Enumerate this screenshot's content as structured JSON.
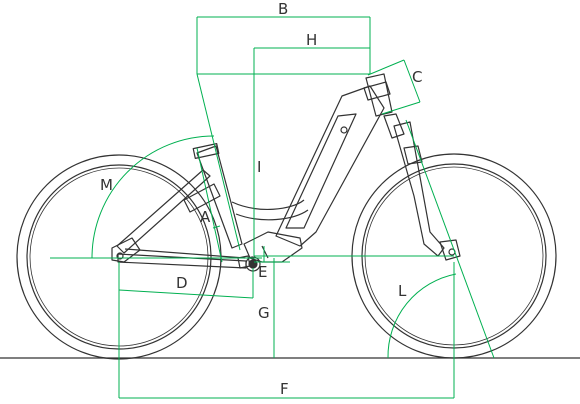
{
  "colors": {
    "frame": "#333333",
    "dimension": "#00b050",
    "background": "#ffffff"
  },
  "labels": {
    "A": "A",
    "B": "B",
    "C": "C",
    "D": "D",
    "E": "E",
    "F": "F",
    "G": "G",
    "H": "H",
    "I": "I",
    "L": "L",
    "M": "M"
  }
}
